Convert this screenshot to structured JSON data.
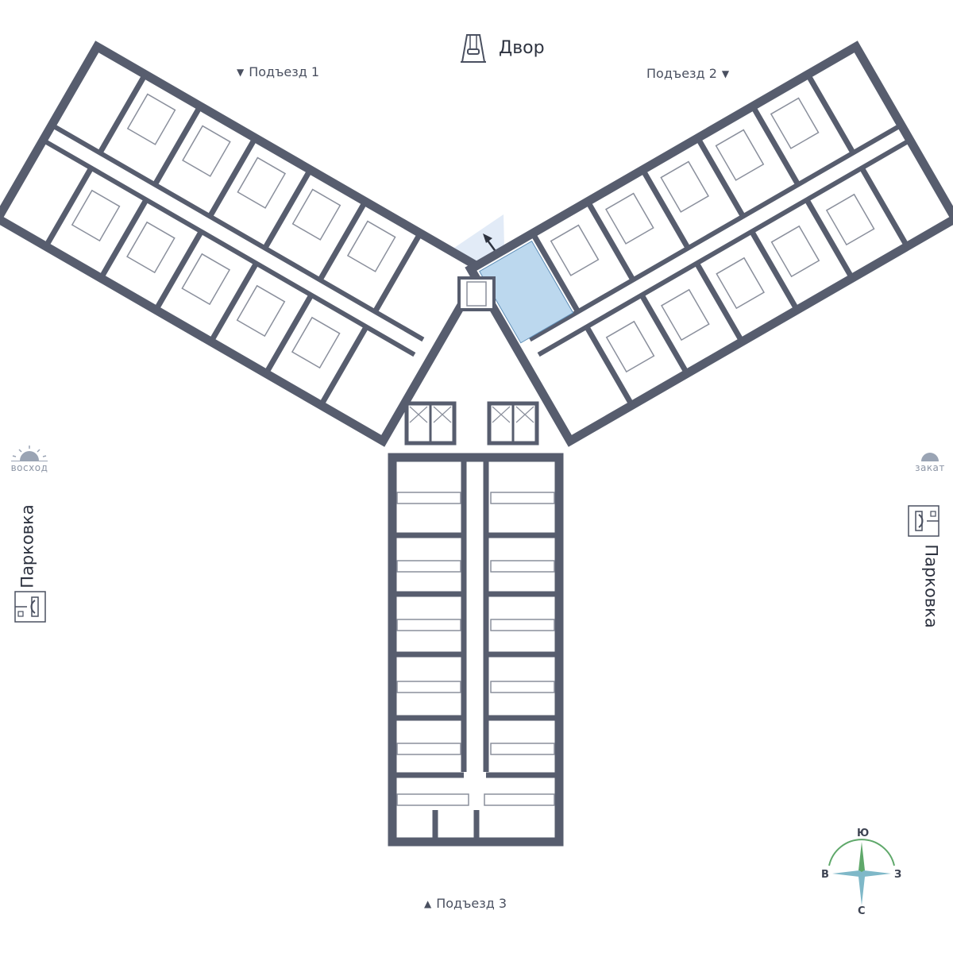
{
  "yard": {
    "label": "Двор",
    "icon": "swing-icon"
  },
  "entrances": {
    "e1": {
      "label": "Подъезд 1",
      "marker": "▼"
    },
    "e2": {
      "label": "Подъезд 2",
      "marker": "▼"
    },
    "e3": {
      "label": "Подъезд 3",
      "marker": "▲"
    }
  },
  "sun": {
    "sunrise": "восход",
    "sunset": "закат"
  },
  "parking": {
    "left": "Парковка",
    "right": "Парковка"
  },
  "compass": {
    "south": "Ю",
    "north": "С",
    "east": "В",
    "west": "З"
  },
  "colors": {
    "wall": "#575d6e",
    "partition": "#6b7080",
    "highlight": "#bcd8ee",
    "highlight_stroke": "#5f8fb8",
    "compass_green": "#5fa86a",
    "compass_teal": "#7fb8c8",
    "sun_icon": "#9aa4b4"
  },
  "selected_unit": {
    "highlighted": true
  }
}
